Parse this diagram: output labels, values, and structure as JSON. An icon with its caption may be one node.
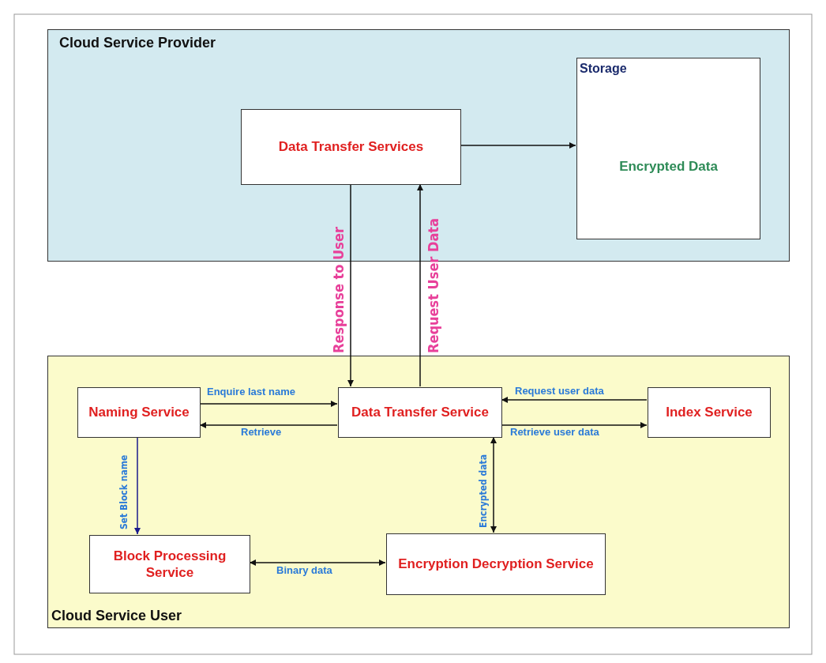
{
  "diagram": {
    "nodes": [
      {
        "text": [
          "Cloud Service Provider"
        ]
      },
      {
        "text": [
          "Data Transfer Services"
        ],
        "in": 0
      },
      {
        "text": [
          "Storage",
          "Encrypted Data"
        ],
        "in": 0
      },
      {
        "text": [
          "Cloud Service User"
        ]
      },
      {
        "text": [
          "Naming Service"
        ],
        "in": 3
      },
      {
        "text": [
          "Data Transfer Service"
        ],
        "in": 3
      },
      {
        "text": [
          "Index Service"
        ],
        "in": 3
      },
      {
        "text": [
          "Block Processing Service"
        ],
        "in": 3
      },
      {
        "text": [
          "Encryption Decryption Service"
        ],
        "in": 3
      }
    ],
    "edges": [
      {
        "from": 1,
        "to": 2,
        "arrow": "to"
      },
      {
        "from": 1,
        "to": 5,
        "arrow": "to",
        "label": "Response to User"
      },
      {
        "from": 5,
        "to": 1,
        "arrow": "to",
        "label": "Request User Data"
      },
      {
        "from": 4,
        "to": 5,
        "arrow": "to",
        "label": "Enquire last name"
      },
      {
        "from": 5,
        "to": 4,
        "arrow": "to",
        "label": "Retrieve"
      },
      {
        "from": 6,
        "to": 5,
        "arrow": "to",
        "label": "Request user data"
      },
      {
        "from": 5,
        "to": 6,
        "arrow": "to",
        "label": "Retrieve user data"
      },
      {
        "from": 4,
        "to": 7,
        "arrow": "to",
        "label": "Set Block name",
        "color": "#1a1a8c"
      },
      {
        "from": 5,
        "to": 8,
        "arrow": "both",
        "label": "Encrypted data"
      },
      {
        "from": 7,
        "to": 8,
        "arrow": "both",
        "label": "Binary data"
      }
    ]
  }
}
